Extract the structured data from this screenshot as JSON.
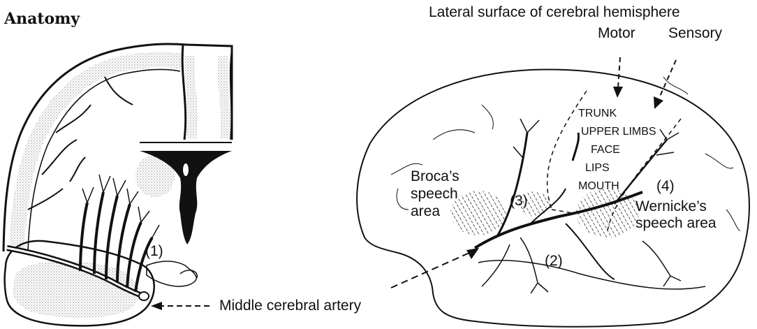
{
  "figure": {
    "heading": "Anatomy",
    "coronal": {
      "label_1": "(1)",
      "artery_label": "Middle cerebral artery"
    },
    "lateral": {
      "title": "Lateral surface of cerebral hemisphere",
      "motor": "Motor",
      "sensory": "Sensory",
      "trunk": "TRUNK",
      "upper_limbs": "UPPER LIMBS",
      "face": "FACE",
      "lips": "LIPS",
      "mouth": "MOUTH",
      "broca_line1": "Broca’s",
      "broca_line2": "speech",
      "broca_line3": "area",
      "label_2": "(2)",
      "label_3": "(3)",
      "label_4": "(4)",
      "wernicke_line1": "Wernicke’s",
      "wernicke_line2": "speech area"
    }
  }
}
